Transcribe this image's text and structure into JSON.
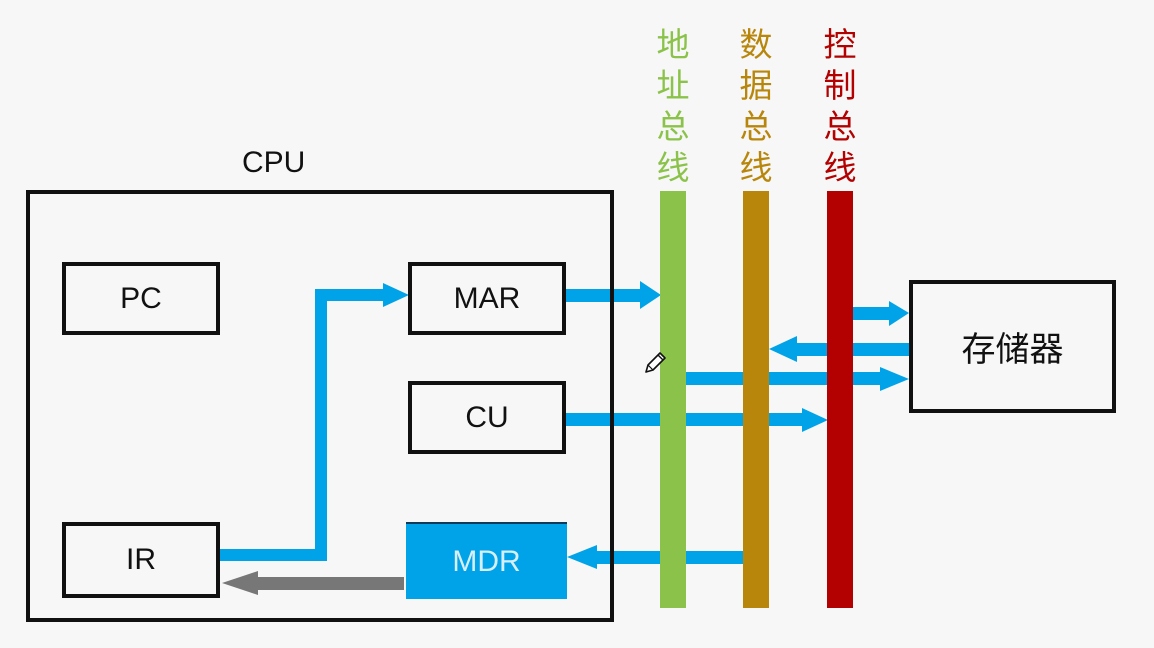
{
  "cpu": {
    "label": "CPU"
  },
  "registers": {
    "pc": "PC",
    "mar": "MAR",
    "cu": "CU",
    "ir": "IR",
    "mdr": "MDR"
  },
  "memory": {
    "label": "存储器"
  },
  "buses": [
    {
      "id": "address",
      "label": [
        "地",
        "址",
        "总",
        "线"
      ],
      "color": "#8bc34a"
    },
    {
      "id": "data",
      "label": [
        "数",
        "据",
        "总",
        "线"
      ],
      "color": "#b8860b"
    },
    {
      "id": "control",
      "label": [
        "控",
        "制",
        "总",
        "线"
      ],
      "color": "#b30000"
    }
  ],
  "colors": {
    "arrow": "#00a3e8",
    "arrow_gray": "#777777",
    "mdr_fill": "#00a3e8"
  },
  "connections": [
    {
      "from": "IR",
      "to": "MAR",
      "color": "arrow"
    },
    {
      "from": "MAR",
      "to": "address-bus",
      "color": "arrow"
    },
    {
      "from": "control-bus",
      "to": "memory",
      "color": "arrow"
    },
    {
      "from": "memory",
      "to": "data-bus",
      "color": "arrow"
    },
    {
      "from": "address-bus",
      "to": "memory",
      "color": "arrow"
    },
    {
      "from": "CU",
      "to": "control-bus",
      "color": "arrow"
    },
    {
      "from": "data-bus",
      "to": "MDR",
      "color": "arrow"
    },
    {
      "from": "MDR",
      "to": "IR",
      "color": "arrow_gray"
    }
  ]
}
